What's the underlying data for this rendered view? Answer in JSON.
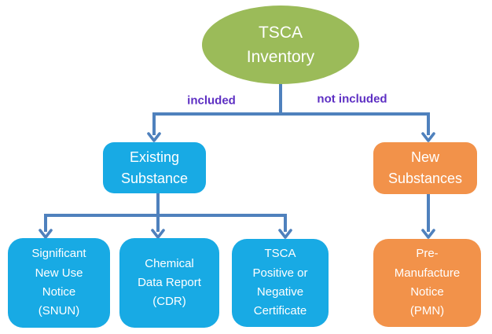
{
  "diagram": {
    "title": "TSCA Inventory flowchart",
    "type": "flowchart"
  },
  "colors": {
    "ellipse_green": "#9bbb59",
    "box_blue": "#18aae4",
    "box_orange": "#f2924a",
    "connector_blue": "#4f81bd",
    "label_purple": "#5d2fc3",
    "text_white": "#ffffff"
  },
  "nodes": {
    "root": {
      "label": "TSCA\nInventory"
    },
    "existing": {
      "label": "Existing\nSubstance"
    },
    "new": {
      "label": "New\nSubstances"
    },
    "snun": {
      "label": "Significant\nNew Use\nNotice\n(SNUN)"
    },
    "cdr": {
      "label": "Chemical\nData Report\n(CDR)"
    },
    "cert": {
      "label": "TSCA\nPositive or\nNegative\nCertificate"
    },
    "pmn": {
      "label": "Pre-\nManufacture\nNotice\n(PMN)"
    }
  },
  "edge_labels": {
    "included": "included",
    "not_included": "not included"
  }
}
